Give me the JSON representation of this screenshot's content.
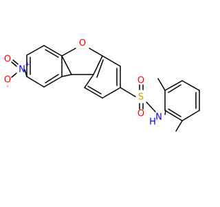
{
  "atoms": {
    "ring_oxygen": {
      "text": "O",
      "color": "#ff0000"
    },
    "nitro_nitrogen": {
      "text": "N",
      "charge": "+",
      "color": "#0000ff"
    },
    "nitro_oxygen_top": {
      "text": "O",
      "color": "#ff0000"
    },
    "nitro_oxygen_bottom": {
      "text": "O",
      "charge": "-",
      "color": "#ff0000"
    },
    "sulfur": {
      "text": "S",
      "color": "#c8a000"
    },
    "sulfonyl_oxygen_top": {
      "text": "O",
      "color": "#ff0000"
    },
    "sulfonyl_oxygen_bottom": {
      "text": "O",
      "color": "#ff0000"
    },
    "amide_nitrogen": {
      "text": "N",
      "color": "#0000ff"
    },
    "amide_hydrogen": {
      "text": "H",
      "color": "#0000ff"
    }
  },
  "colors": {
    "bond": "#000000",
    "oxygen": "#ff0000",
    "nitrogen": "#0000ff",
    "sulfur": "#c8a000"
  }
}
